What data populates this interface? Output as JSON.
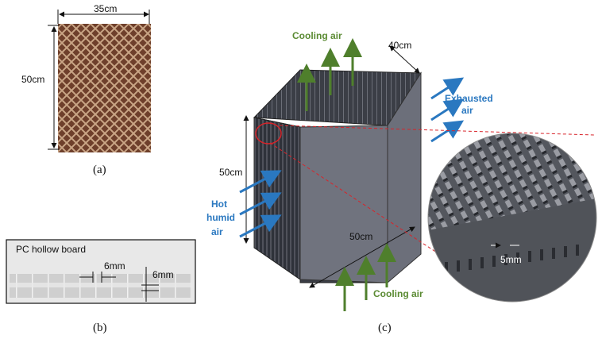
{
  "panel_a": {
    "width_label": "35cm",
    "height_label": "50cm",
    "caption": "(a)"
  },
  "panel_b": {
    "title": "PC hollow board",
    "pitch_label": "6mm",
    "thickness_label": "6mm",
    "caption": "(b)"
  },
  "panel_c": {
    "cooling_air_top": "Cooling air",
    "depth_label": "40cm",
    "exhausted_line1": "Exhausted",
    "exhausted_line2": "air",
    "height_label": "50cm",
    "hot_line1": "Hot",
    "hot_line2": "humid",
    "hot_line3": "air",
    "width_label": "50cm",
    "cooling_air_bottom": "Cooling air",
    "zoom_gap_label": "5mm",
    "caption": "(c)"
  },
  "colors": {
    "green_arrow": "#4f7f2c",
    "blue_arrow": "#2a78c0",
    "dashed_red": "#d8242a",
    "cube_face": "#6c6f7a",
    "pad_brown": "#7a4a33"
  }
}
